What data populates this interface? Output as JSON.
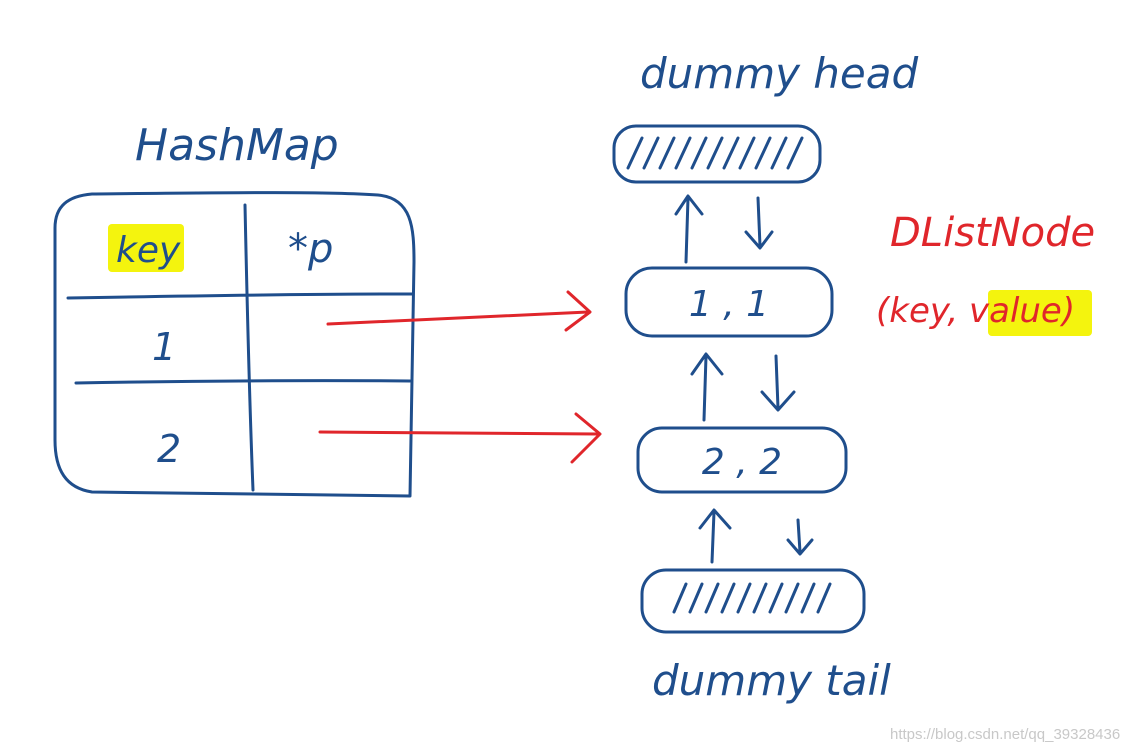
{
  "hashmap": {
    "title": "HashMap",
    "header_key": "key",
    "header_ptr": "*p",
    "rows": [
      {
        "key": "1"
      },
      {
        "key": "2"
      }
    ]
  },
  "list": {
    "head_label": "dummy head",
    "tail_label": "dummy tail",
    "nodes": [
      {
        "text": "1 , 1"
      },
      {
        "text": "2 , 2"
      }
    ],
    "node_type_label": "DListNode",
    "node_fields": {
      "open": "(",
      "key": "key",
      "sep": ", ",
      "value": "value",
      "close": ")"
    }
  },
  "watermark": "https://blog.csdn.net/qq_39328436",
  "colors": {
    "ink_blue": "#1f4e8c",
    "ink_red": "#e0262b",
    "highlight_yellow": "#f4f40e"
  }
}
